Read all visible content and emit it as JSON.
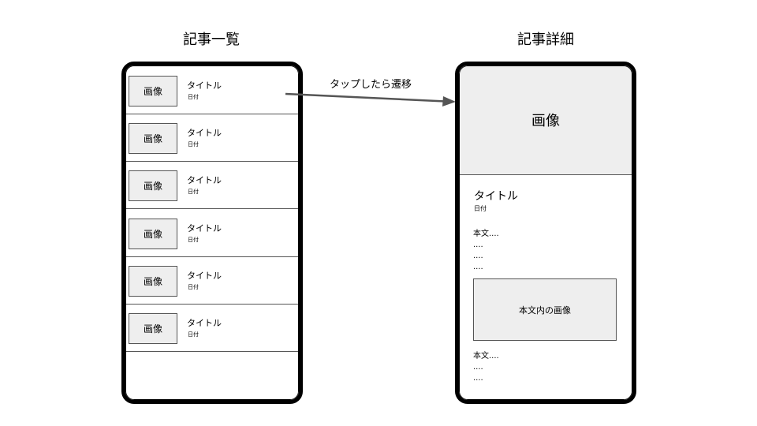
{
  "list_screen": {
    "heading": "記事一覧",
    "items": [
      {
        "image": "画像",
        "title": "タイトル",
        "date": "日付"
      },
      {
        "image": "画像",
        "title": "タイトル",
        "date": "日付"
      },
      {
        "image": "画像",
        "title": "タイトル",
        "date": "日付"
      },
      {
        "image": "画像",
        "title": "タイトル",
        "date": "日付"
      },
      {
        "image": "画像",
        "title": "タイトル",
        "date": "日付"
      },
      {
        "image": "画像",
        "title": "タイトル",
        "date": "日付"
      }
    ]
  },
  "arrow_label": "タップしたら遷移",
  "detail_screen": {
    "heading": "記事詳細",
    "hero_image": "画像",
    "title": "タイトル",
    "date": "日付",
    "body_lines_1": [
      "本文....",
      "....",
      "....",
      "...."
    ],
    "inline_image": "本文内の画像",
    "body_lines_2": [
      "本文....",
      "....",
      "...."
    ]
  }
}
